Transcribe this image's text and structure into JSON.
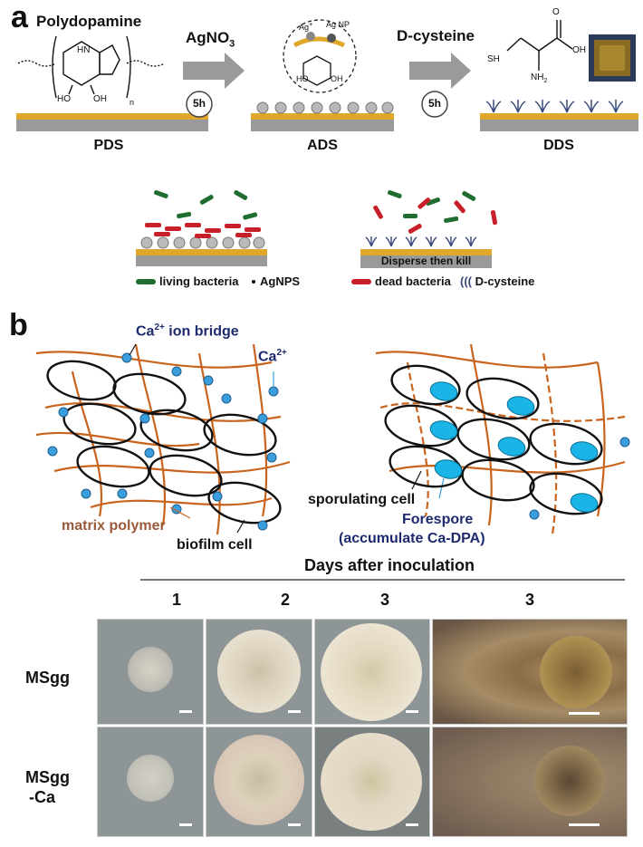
{
  "panel_a": {
    "letter": "a",
    "polydopamine": "Polydopamine",
    "reagent_1": "AgNO",
    "reagent_1_sub": "3",
    "reagent_2": "D-cysteine",
    "time_1": "5h",
    "time_2": "5h",
    "ag_plus": "Ag",
    "ag_np": "Ag",
    "np": "NP",
    "ho": "HO",
    "oh": "OH",
    "n": "n",
    "sh": "SH",
    "nh2": "NH",
    "nh2_sub": "2",
    "o": "O",
    "hn": "HN",
    "stage_labels": [
      "PDS",
      "ADS",
      "DDS"
    ],
    "disperse_label": "Disperse then kill",
    "legend": {
      "living": "living bacteria",
      "agnps": "AgNPS",
      "dead": "dead bacteria",
      "dcys": "D-cysteine"
    }
  },
  "panel_b": {
    "letter": "b",
    "ion_bridge_prefix": "Ca",
    "ion_bridge_sup": "2+",
    "ion_bridge_suffix": " ion bridge",
    "ca_prefix": "Ca",
    "ca_sup": "2+",
    "matrix_polymer": "matrix polymer",
    "biofilm_cell": "biofilm cell",
    "sporulating_cell": "sporulating cell",
    "forespore": "Forespore",
    "accumulate": "(accumulate Ca-DPA)"
  },
  "panel_c": {
    "title": "Days after inoculation",
    "days": [
      "1",
      "2",
      "3",
      "3"
    ],
    "row_1": "MSgg",
    "row_2_a": "MSgg",
    "row_2_b": "-Ca"
  },
  "colors": {
    "gold": "#e0a82a",
    "gray_substrate": "#9a9a9a",
    "green_bacteria": "#1f6e30",
    "red_bacteria": "#c8202a",
    "polymer_orange": "#c8641e",
    "ca_blue": "#3a9edc",
    "forespore_blue": "#1ab4e6",
    "label_navy": "#1e2a6e",
    "label_brown": "#9a5a3a"
  }
}
